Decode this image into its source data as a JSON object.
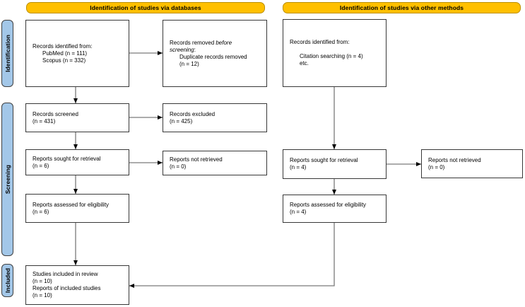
{
  "headers": {
    "databases": "Identification of studies via databases",
    "other_methods": "Identification of studies via other methods"
  },
  "sidebar": {
    "identification": "Identification",
    "screening": "Screening",
    "included": "Included"
  },
  "colors": {
    "header_fill": "#FFC000",
    "header_border": "#BC8F00",
    "stage_fill": "#A3C7E8",
    "stage_border": "#3F3F3F",
    "box_border": "#383838",
    "arrow_line": "#7A7A7A",
    "arrow_head": "#000000"
  },
  "boxes": {
    "db_identified": {
      "l1": "Records identified from:",
      "l2": "PubMed (n = 111)",
      "l3": "Scopus (n = 332)"
    },
    "db_removed": {
      "l1a": "Records removed ",
      "l1b": "before",
      "l2a": "screening",
      "l2b": ":",
      "l3": "Duplicate records removed",
      "l4": "(n = 12)"
    },
    "db_screened": {
      "l1": "Records screened",
      "l2": "(n = 431)"
    },
    "db_excluded": {
      "l1": "Records excluded",
      "l2": "(n = 425)"
    },
    "db_sought": {
      "l1": "Reports sought for retrieval",
      "l2": "(n = 6)"
    },
    "db_not_retrieved": {
      "l1": "Reports not retrieved",
      "l2": "(n = 0)"
    },
    "db_assessed": {
      "l1": "Reports assessed for eligibility",
      "l2": "(n = 6)"
    },
    "included": {
      "l1": "Studies included in review",
      "l2": "(n = 10)",
      "l3": "Reports of included studies",
      "l4": "(n = 10)"
    },
    "other_identified": {
      "l1": "Records identified from:",
      "l2": "Citation searching (n = 4)",
      "l3": "etc."
    },
    "other_sought": {
      "l1": "Reports sought for retrieval",
      "l2": "(n = 4)"
    },
    "other_not_retrieved": {
      "l1": "Reports not retrieved",
      "l2": "(n = 0)"
    },
    "other_assessed": {
      "l1": "Reports assessed for eligibility",
      "l2": "(n = 4)"
    }
  }
}
